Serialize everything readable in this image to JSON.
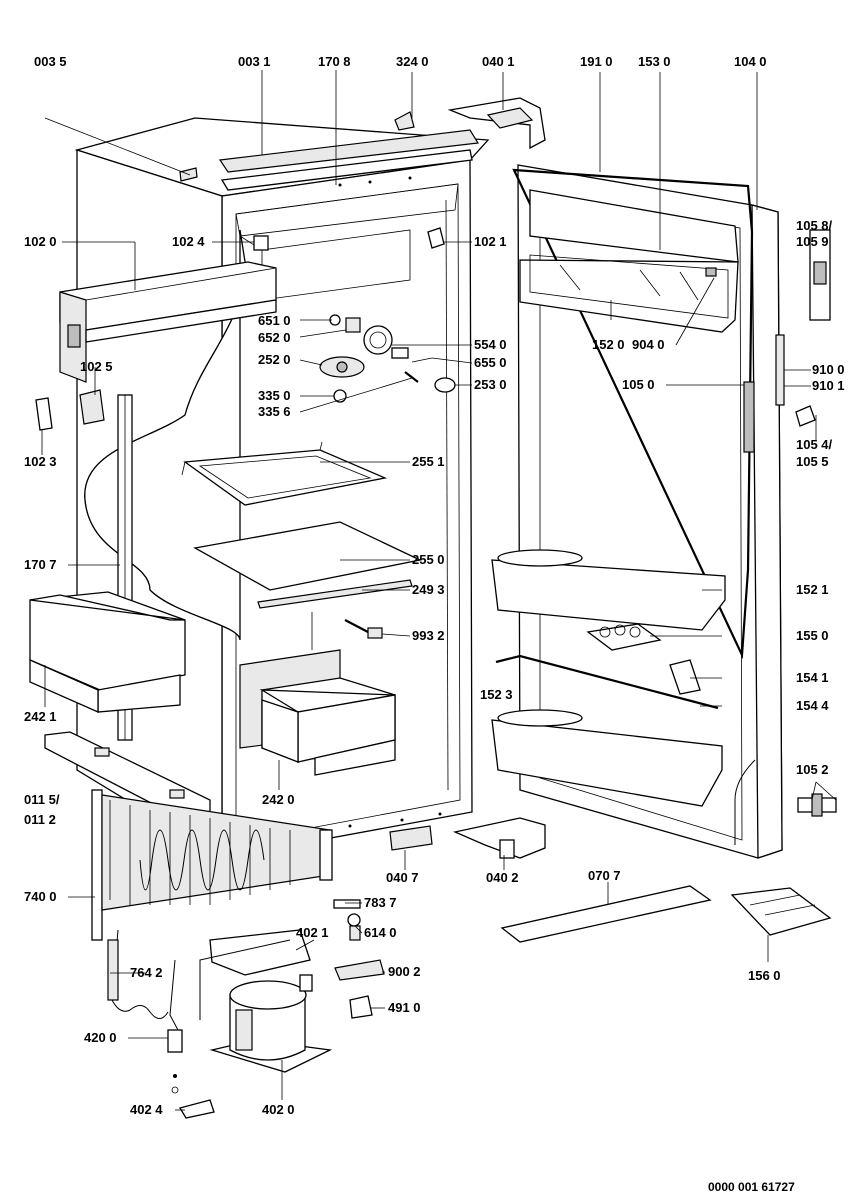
{
  "diagram": {
    "labels": {
      "p0035": "003 5",
      "p0031": "003 1",
      "p1708": "170 8",
      "p3240": "324 0",
      "p0401": "040 1",
      "p1910": "191 0",
      "p1530": "153 0",
      "p1040": "104 0",
      "p1020": "102 0",
      "p1024": "102 4",
      "p1021": "102 1",
      "p1058": "105 8/",
      "p1059": "105 9",
      "p6510": "651 0",
      "p6520": "652 0",
      "p5540": "554 0",
      "p2520": "252 0",
      "p6550": "655 0",
      "p1520": "152 0",
      "p9040": "904 0",
      "p9100": "910 0",
      "p9101": "910 1",
      "p1025": "102 5",
      "p3350": "335 0",
      "p3356": "335 6",
      "p2530": "253 0",
      "p1050": "105 0",
      "p1023": "102 3",
      "p1054": "105 4/",
      "p1055": "105 5",
      "p2551": "255 1",
      "p1707": "170 7",
      "p2550": "255 0",
      "p2493": "249 3",
      "p1521": "152 1",
      "p9932": "993 2",
      "p1550": "155 0",
      "p1541": "154 1",
      "p2421": "242 1",
      "p1523": "152 3",
      "p1544": "154 4",
      "p0115": "011 5/",
      "p0112": "011 2",
      "p2420": "242 0",
      "p1052": "105 2",
      "p0407": "040 7",
      "p0402": "040 2",
      "p0707": "070 7",
      "p7400": "740 0",
      "p7837": "783 7",
      "p4021": "402 1",
      "p6140": "614 0",
      "p7642": "764 2",
      "p9002": "900 2",
      "p1560": "156 0",
      "p4910": "491 0",
      "p4200": "420 0",
      "p4024": "402 4",
      "p4020": "402 0"
    },
    "document_number": "0000 001 61727"
  }
}
